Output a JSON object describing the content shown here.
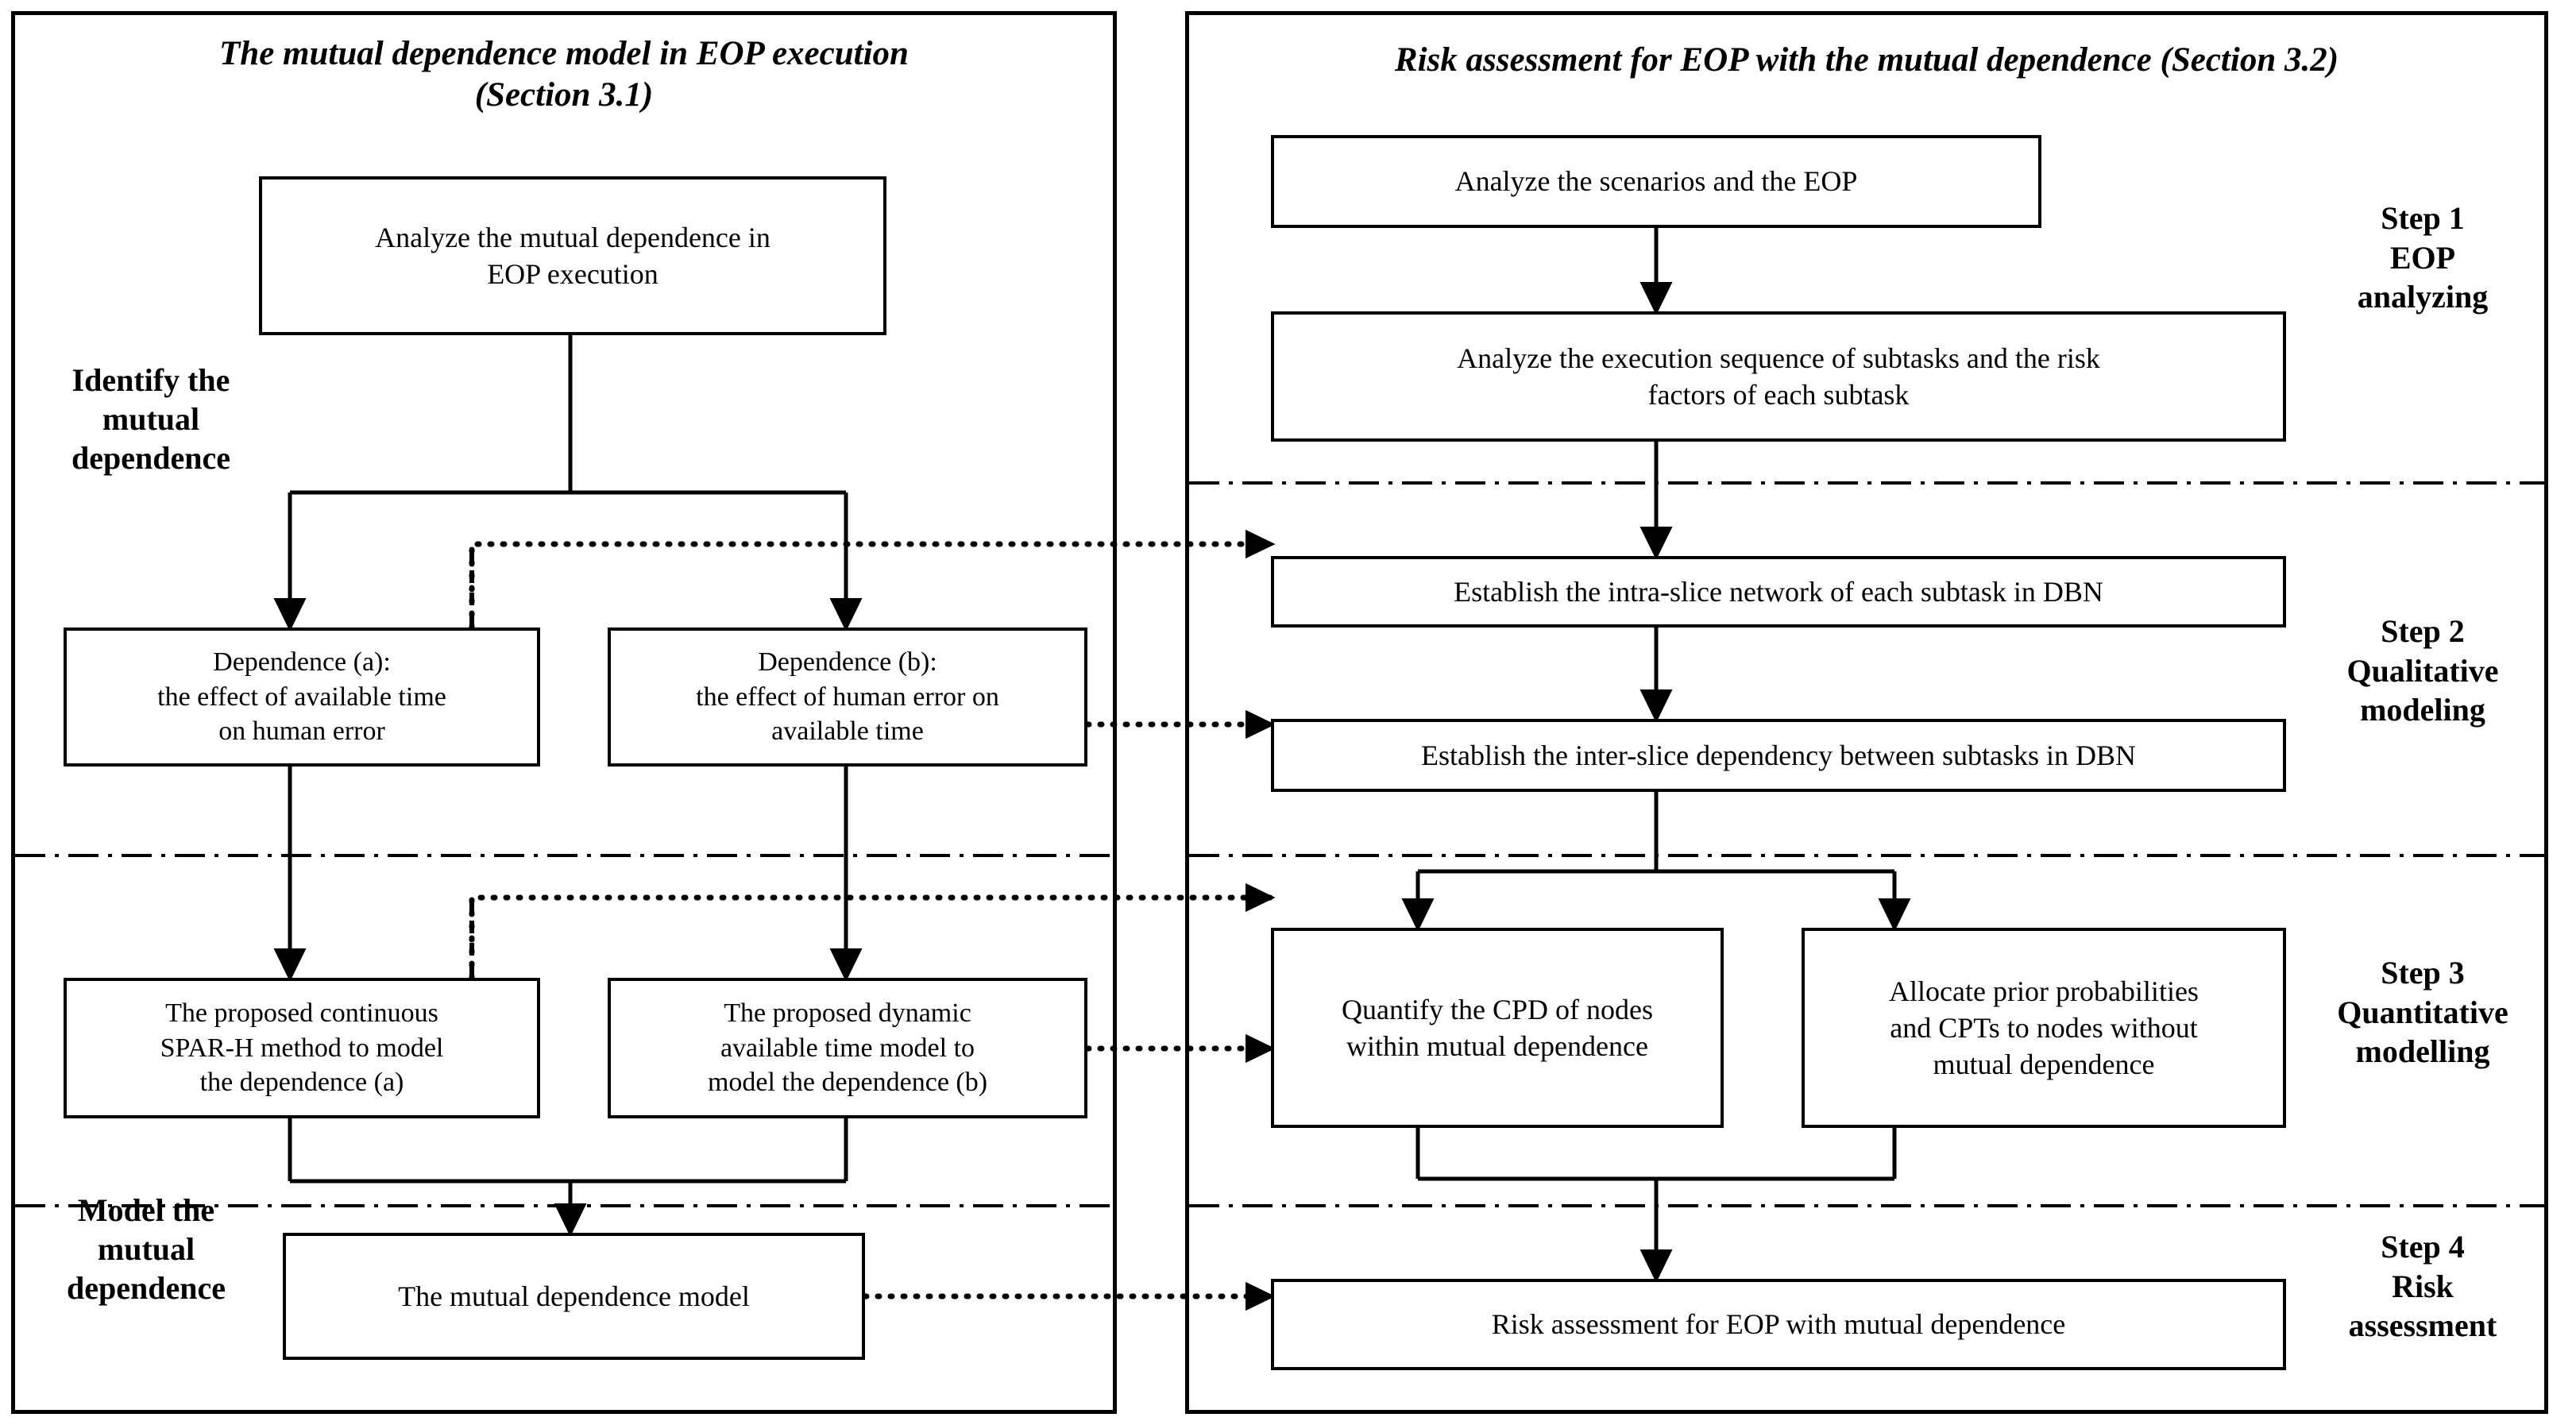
{
  "figure": {
    "type": "flowchart",
    "panels": [
      {
        "id": "left",
        "title_line1": "The mutual dependence model in EOP execution",
        "title_line2": "(Section 3.1)",
        "stage_labels": [
          "Identify the\nmutual\ndependence",
          "Model the\nmutual\ndependence"
        ],
        "stage_label_1": "Identify the mutual dependence",
        "stage_label_2": "Model the mutual dependence",
        "nodes": [
          {
            "id": "L1",
            "text": "Analyze the mutual dependence in EOP execution"
          },
          {
            "id": "L2",
            "text": "Dependence (a):\nthe effect of available time on human error"
          },
          {
            "id": "L3",
            "text": "Dependence (b):\nthe effect of human error on available time"
          },
          {
            "id": "L4",
            "text": "The proposed continuous SPAR-H method to model the dependence (a)"
          },
          {
            "id": "L5",
            "text": "The proposed dynamic available time model to model the dependence (b)"
          },
          {
            "id": "L6",
            "text": "The mutual dependence model"
          }
        ]
      },
      {
        "id": "right",
        "title_line1": "Risk assessment for EOP with the mutual dependence (Section 3.2)",
        "nodes": [
          {
            "id": "R1",
            "text": "Analyze the scenarios and the EOP"
          },
          {
            "id": "R2",
            "text": "Analyze the execution sequence of subtasks and the risk factors of each subtask"
          },
          {
            "id": "R3",
            "text": "Establish the intra-slice network of each subtask in DBN"
          },
          {
            "id": "R4",
            "text": "Establish the inter-slice dependency between subtasks in DBN"
          },
          {
            "id": "R5",
            "text": "Quantify the CPD of nodes within mutual dependence"
          },
          {
            "id": "R6",
            "text": "Allocate prior probabilities and CPTs to nodes without mutual dependence"
          },
          {
            "id": "R7",
            "text": "Risk assessment for EOP with mutual dependence"
          }
        ],
        "steps": [
          {
            "id": "step1",
            "number": "Step 1",
            "name_line1": "EOP",
            "name_line2": "analyzing"
          },
          {
            "id": "step2",
            "number": "Step 2",
            "name_line1": "Qualitative",
            "name_line2": "modeling"
          },
          {
            "id": "step3",
            "number": "Step 3",
            "name_line1": "Quantitative",
            "name_line2": "modelling"
          },
          {
            "id": "step4",
            "number": "Step 4",
            "name_line1": "Risk",
            "name_line2": "assessment"
          }
        ]
      }
    ],
    "colors": {
      "stroke": "#000000",
      "fill": "#ffffff",
      "background": "#ffffff"
    }
  },
  "left": {
    "title1": "The mutual dependence model in EOP execution",
    "title2": "(Section 3.1)",
    "label_identify_l1": "Identify the",
    "label_identify_l2": "mutual",
    "label_identify_l3": "dependence",
    "label_model_l1": "Model the",
    "label_model_l2": "mutual",
    "label_model_l3": "dependence",
    "n1_l1": "Analyze the mutual dependence in",
    "n1_l2": "EOP execution",
    "n2_l1": "Dependence (a):",
    "n2_l2": "the effect of available time",
    "n2_l3": "on human error",
    "n3_l1": "Dependence (b):",
    "n3_l2": "the effect of human error on",
    "n3_l3": "available time",
    "n4_l1": "The proposed continuous",
    "n4_l2": "SPAR-H method to model",
    "n4_l3": "the dependence (a)",
    "n5_l1": "The proposed dynamic",
    "n5_l2": "available time model to",
    "n5_l3": "model the dependence (b)",
    "n6": "The mutual dependence model"
  },
  "right": {
    "title1": "Risk assessment for EOP with the mutual dependence (Section 3.2)",
    "r1": "Analyze the scenarios and the EOP",
    "r2_l1": "Analyze the execution sequence of subtasks and the risk",
    "r2_l2": "factors of each subtask",
    "r3": "Establish the intra-slice network of each subtask in DBN",
    "r4": "Establish the inter-slice dependency between subtasks in DBN",
    "r5_l1": "Quantify the CPD of nodes",
    "r5_l2": "within mutual dependence",
    "r6_l1": "Allocate prior probabilities",
    "r6_l2": "and CPTs to nodes without",
    "r6_l3": "mutual dependence",
    "r7": "Risk assessment for EOP with mutual dependence",
    "step1_num": "Step 1",
    "step1_a": "EOP",
    "step1_b": "analyzing",
    "step2_num": "Step 2",
    "step2_a": "Qualitative",
    "step2_b": "modeling",
    "step3_num": "Step 3",
    "step3_a": "Quantitative",
    "step3_b": "modelling",
    "step4_num": "Step 4",
    "step4_a": "Risk",
    "step4_b": "assessment"
  }
}
